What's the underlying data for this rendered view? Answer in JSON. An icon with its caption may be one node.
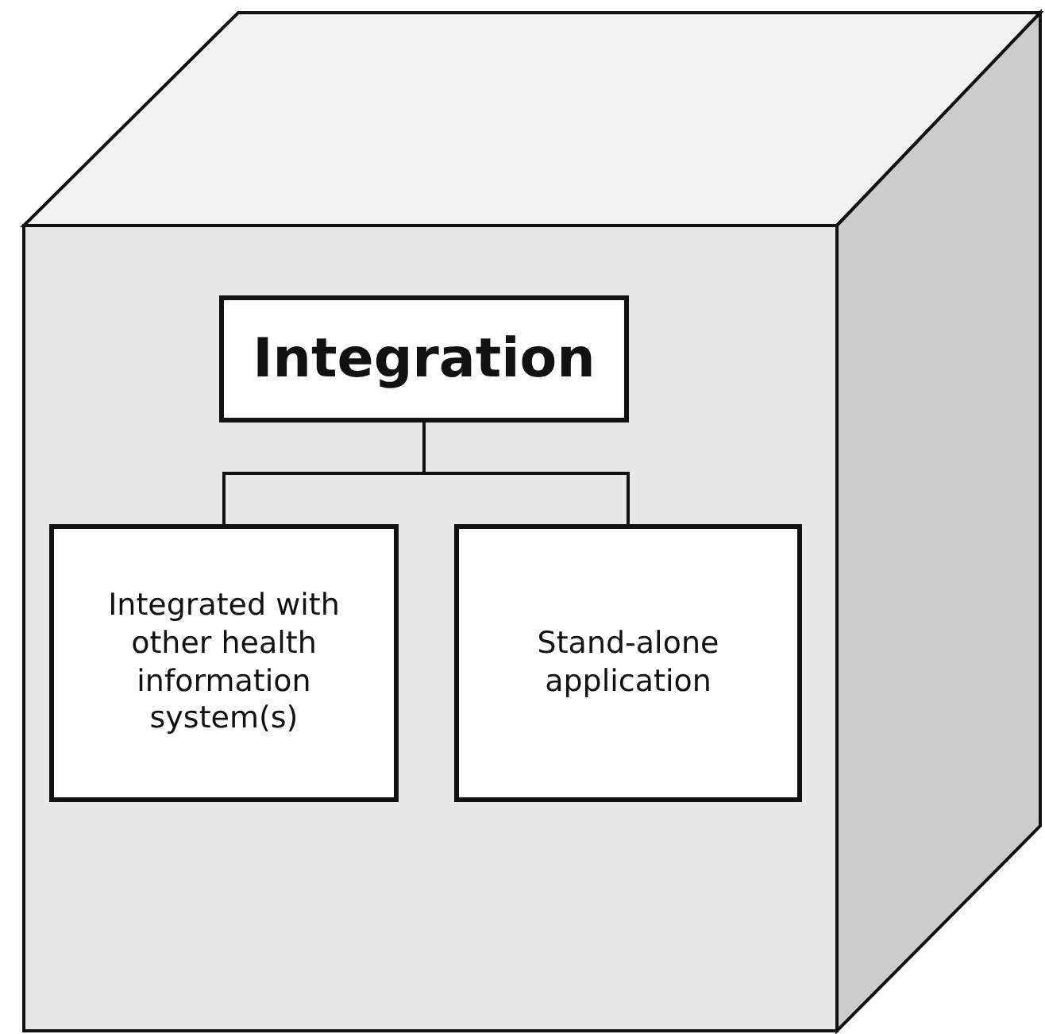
{
  "diagram": {
    "nodes": [
      {
        "text": [
          "Integration"
        ]
      },
      {
        "text": [
          "Integrated with other health information system(s)"
        ]
      },
      {
        "text": [
          "Stand-alone application"
        ]
      }
    ],
    "edges": [
      {
        "from": 0,
        "to": 1,
        "arrow": "none"
      },
      {
        "from": 0,
        "to": 2,
        "arrow": "none"
      }
    ]
  }
}
